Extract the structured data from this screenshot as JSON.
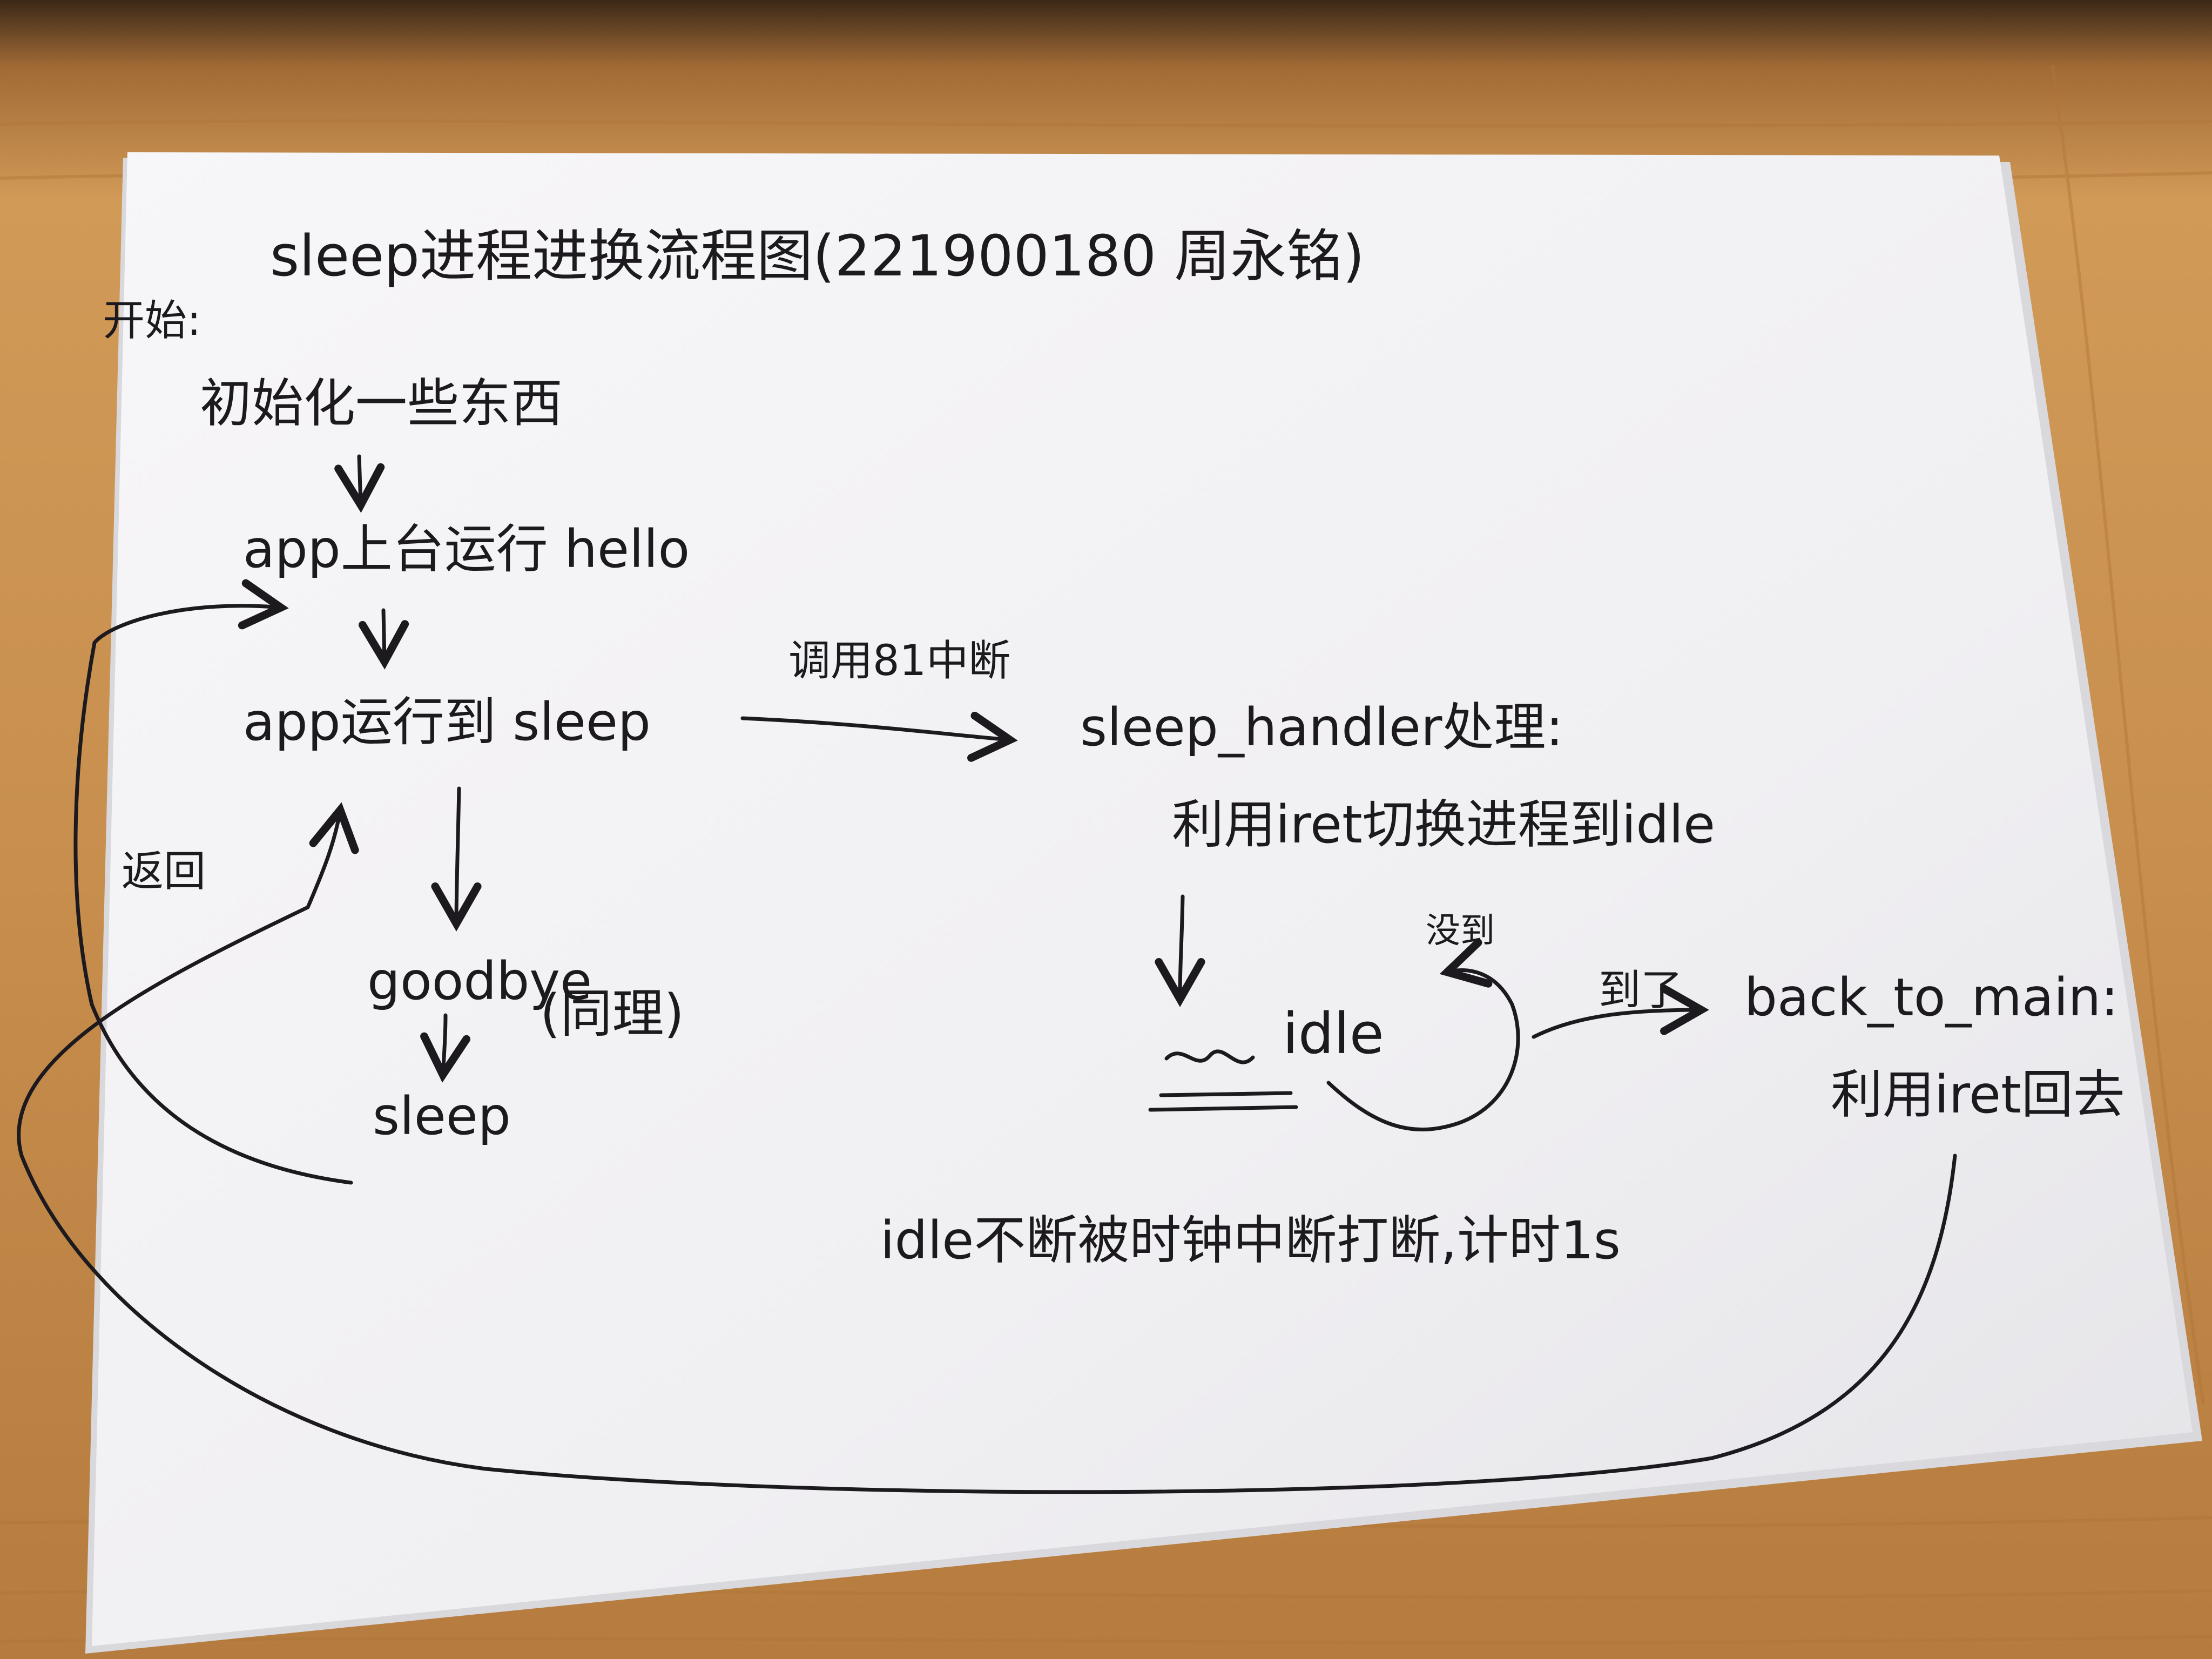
{
  "diagram": {
    "title": "sleep进程进换流程图(221900180 周永铭)",
    "start_label": "开始:",
    "steps": {
      "init": "初始化一些东西",
      "hello": "app上台运行 hello",
      "reach_sleep": "app运行到 sleep",
      "goodbye": "goodbye",
      "goodbye_note": "(同理)",
      "goodbye_sleep": "sleep",
      "handler": "sleep_handler处理:",
      "iret_switch": "利用iret切换进程到idle",
      "idle": "idle",
      "back_to_main": "back_to_main:",
      "iret_return": "利用iret回去",
      "idle_note": "idle不断被时钟中断打断,计时1s"
    },
    "edge_labels": {
      "call_interrupt": "调用81中断",
      "return": "返回",
      "not_yet": "没到",
      "arrived": "到了"
    },
    "colors": {
      "ink": "#1c1a1e",
      "paper": "#f4f3f5",
      "desk": "#c98f4e"
    }
  }
}
